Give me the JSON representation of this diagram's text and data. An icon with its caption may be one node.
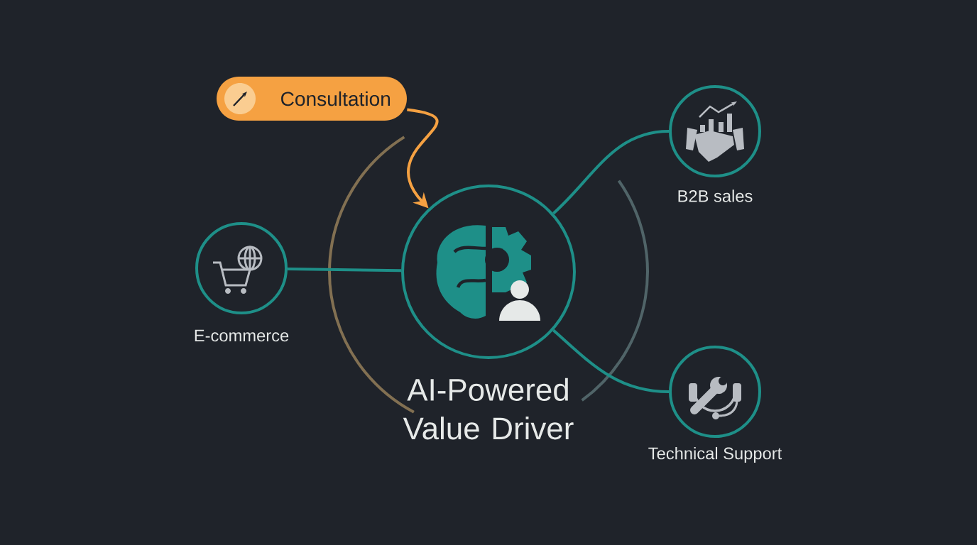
{
  "diagram": {
    "nodes": [
      {
        "text": [
          "Consultation"
        ]
      },
      {
        "text": [
          "AI-Powered Value Driver"
        ]
      },
      {
        "text": [
          "E-commerce"
        ]
      },
      {
        "text": [
          "B2B sales"
        ]
      },
      {
        "text": [
          "Technical Support"
        ]
      }
    ],
    "edges": [
      {
        "from": 0,
        "to": 1,
        "arrow": "to",
        "color": "#f5a142"
      },
      {
        "from": 1,
        "to": 2,
        "arrow": "none"
      },
      {
        "from": 1,
        "to": 3,
        "arrow": "none"
      },
      {
        "from": 1,
        "to": 4,
        "arrow": "none"
      }
    ]
  }
}
